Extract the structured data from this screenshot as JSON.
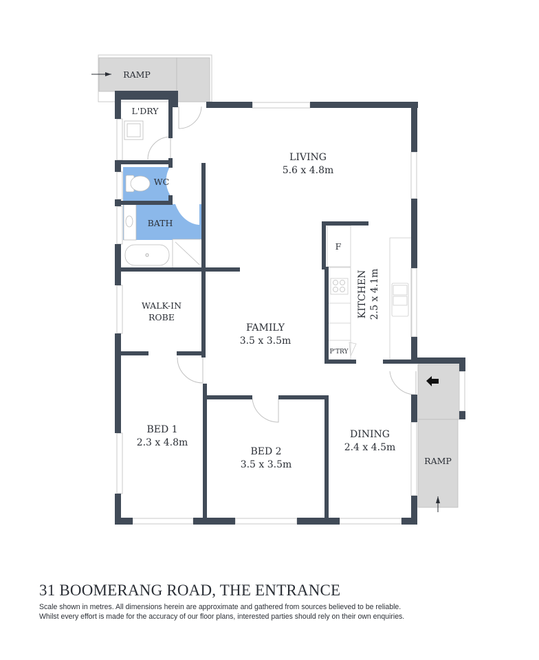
{
  "plan": {
    "address": "31 BOOMERANG ROAD, THE ENTRANCE",
    "disclaimer_line1": "Scale shown in metres. All dimensions herein are approximate and gathered from sources believed to be  reliable.",
    "disclaimer_line2": "Whilst every effort is made for the accuracy of our floor plans, interested parties should rely on their own enquiries.",
    "colors": {
      "wall": "#414b58",
      "wet_area": "#8bb8ea",
      "ramp": "#d8d8d8",
      "window": "#c8c8c8",
      "text": "#2b2f36"
    },
    "rooms": {
      "ramp_top": {
        "name": "RAMP"
      },
      "laundry": {
        "name": "L'DRY"
      },
      "wc": {
        "name": "WC"
      },
      "bath": {
        "name": "BATH"
      },
      "living": {
        "name": "LIVING",
        "size": "5.6 x 4.8m"
      },
      "walk_in_robe": {
        "name_line1": "WALK-IN",
        "name_line2": "ROBE"
      },
      "family": {
        "name": "FAMILY",
        "size": "3.5 x 3.5m"
      },
      "kitchen": {
        "name": "KITCHEN",
        "size": "2.5 x 4.1m",
        "fridge": "F",
        "pantry": "P'TRY"
      },
      "bed1": {
        "name": "BED 1",
        "size": "2.3 x 4.8m"
      },
      "bed2": {
        "name": "BED 2",
        "size": "3.5 x 3.5m"
      },
      "dining": {
        "name": "DINING",
        "size": "2.4 x 4.5m"
      },
      "ramp_side": {
        "name": "RAMP"
      }
    }
  }
}
